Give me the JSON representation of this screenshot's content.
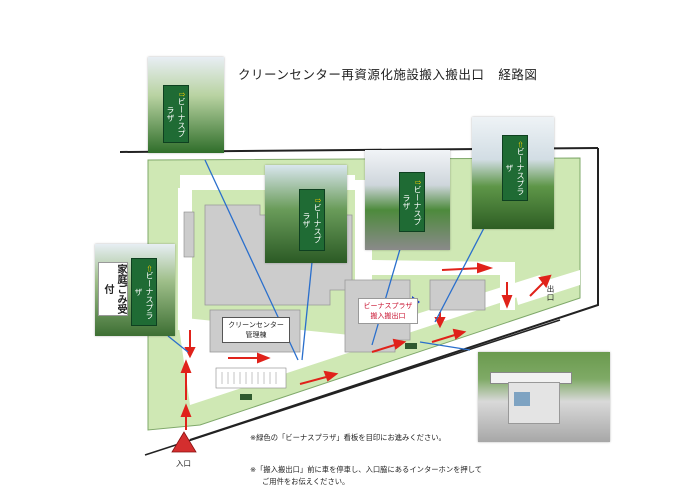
{
  "title": {
    "main": "クリーンセンター再資源化施設搬入搬出口",
    "route": "経路図"
  },
  "buildings": {
    "clean_center_line1": "クリーンセンター",
    "clean_center_line2": "管理棟",
    "venus_line1": "ビーナスプラザ",
    "venus_line2": "搬入搬出口"
  },
  "labels": {
    "exit": "出口",
    "entrance": "入口"
  },
  "signs": {
    "venus_plaza": "ビーナスプラザ",
    "household_waste_line1": "家庭ごみ",
    "household_waste_line2": "受付"
  },
  "notes": {
    "note1": "※緑色の「ビーナスプラザ」看板を目印にお進みください。",
    "note2": "※「搬入搬出口」前に車を停車し、入口脇にあるインターホンを押して",
    "note3": "ご用件をお伝えください。"
  },
  "colors": {
    "grass": "#cfe8b4",
    "grass_edge": "#7fa86a",
    "building": "#cccccc",
    "road": "#ffffff",
    "route_arrow": "#e0221a",
    "pointer_line": "#2a6fcc",
    "sign_green": "#1f6b34",
    "entrance_marker": "#d42e2e"
  }
}
